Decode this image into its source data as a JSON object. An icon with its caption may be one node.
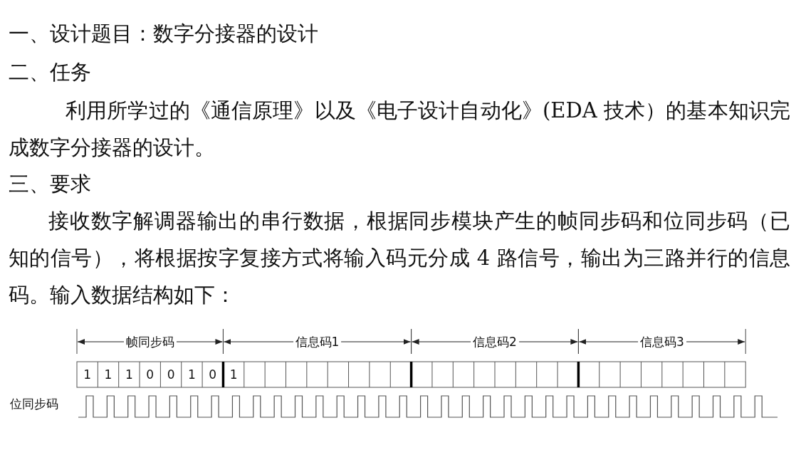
{
  "diagram": {
    "title": "一、设计题目：数字分接器的设计",
    "labels": [
      "二、任务",
      "利用所学过的《通信原理》以及《电子设计自动化》(EDA 技术）的基本知识完成数字分接器的设计。",
      "三、要求",
      "接收数字解调器输出的串行数据，根据同步模块产生的帧同步码和位同步码（已知的信号），将根据按字复接方式将输入码元分成 4 路信号，输出为三路并行的信息码。输入数据结构如下：",
      "帧同步码",
      "信息码1",
      "信息码2",
      "信息码3",
      "1",
      "1",
      "1",
      "0",
      "0",
      "1",
      "0",
      "1",
      "位同步码"
    ]
  }
}
